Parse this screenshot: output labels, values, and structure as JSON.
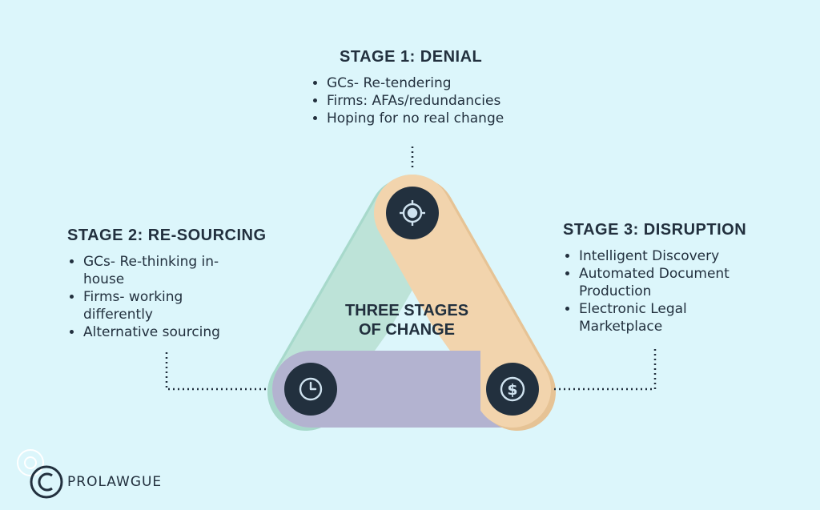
{
  "center_title": [
    "THREE STAGES",
    "OF CHANGE"
  ],
  "stages": [
    {
      "title": "STAGE 1: DENIAL",
      "items": [
        "GCs- Re-tendering",
        "Firms: AFAs/redundancies",
        "Hoping for no real change"
      ]
    },
    {
      "title": "STAGE 2: RE-SOURCING",
      "items": [
        "GCs- Re-thinking in-house",
        "Firms- working differently",
        "Alternative sourcing"
      ]
    },
    {
      "title": "STAGE 3: DISRUPTION",
      "items": [
        "Intelligent Discovery",
        "Automated Document Production",
        "Electronic Legal Marketplace"
      ]
    }
  ],
  "icons": {
    "top": "target-icon",
    "left": "clock-icon",
    "right": "dollar-icon"
  },
  "brand": {
    "name": "PROLAWGUE",
    "icon": "copyright-icon"
  },
  "colors": {
    "background": "#dcf6fb",
    "peach": "#f2d4ad",
    "mint": "#bde3d8",
    "lavender": "#b3b3d0",
    "dark": "#22303e"
  }
}
